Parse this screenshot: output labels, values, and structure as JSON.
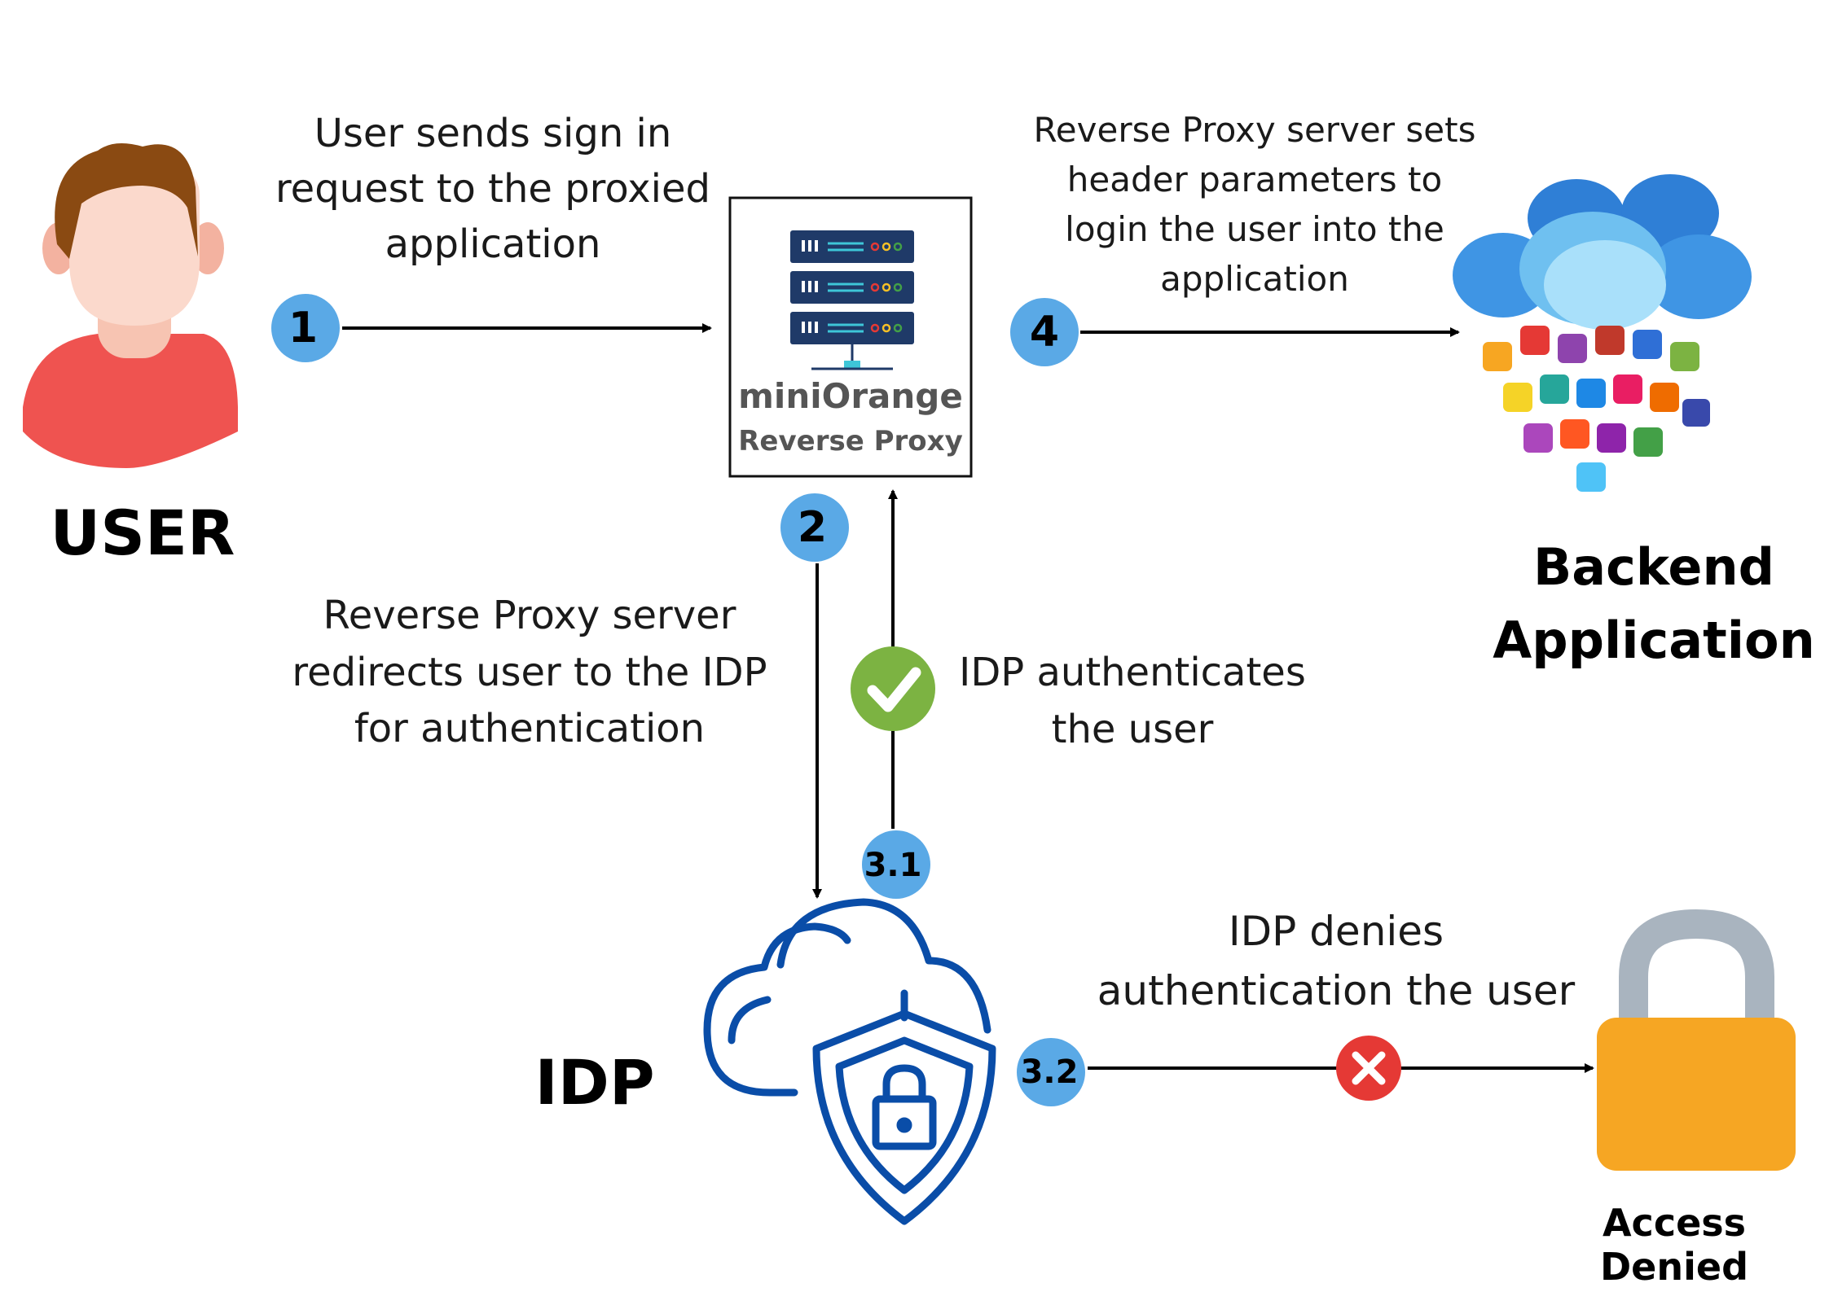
{
  "actors": {
    "user": "USER",
    "backend": [
      "Backend",
      "Application"
    ],
    "idp": "IDP",
    "access_denied": "Access Denied"
  },
  "proxy_box": {
    "brand": "miniOrange",
    "subtitle": "Reverse Proxy"
  },
  "steps": [
    {
      "id": "1",
      "text": [
        "User sends sign in",
        "request to the proxied",
        "application"
      ]
    },
    {
      "id": "2",
      "text": [
        "Reverse Proxy server",
        "redirects user to the IDP",
        "for authentication"
      ]
    },
    {
      "id": "3.1",
      "text": [
        "IDP authenticates",
        "the user"
      ]
    },
    {
      "id": "3.2",
      "text": [
        "IDP denies",
        "authentication the user"
      ]
    },
    {
      "id": "4",
      "text": [
        "Reverse Proxy server sets",
        "header parameters to",
        "login the user into the",
        "application"
      ]
    }
  ],
  "colors": {
    "step_badge": "#5aa9e6",
    "check": "#7cb342",
    "deny": "#e53935",
    "lock": "#f6a623",
    "lock_shackle": "#a9b4bf",
    "idp_outline": "#0a4da8",
    "user_shirt": "#ef5350",
    "user_hair": "#8a4a12",
    "server": "#1f3a68"
  },
  "icons": [
    "user-icon",
    "server-rack-icon",
    "cloud-apps-icon",
    "cloud-shield-lock-icon",
    "padlock-icon",
    "check-icon",
    "x-icon"
  ]
}
